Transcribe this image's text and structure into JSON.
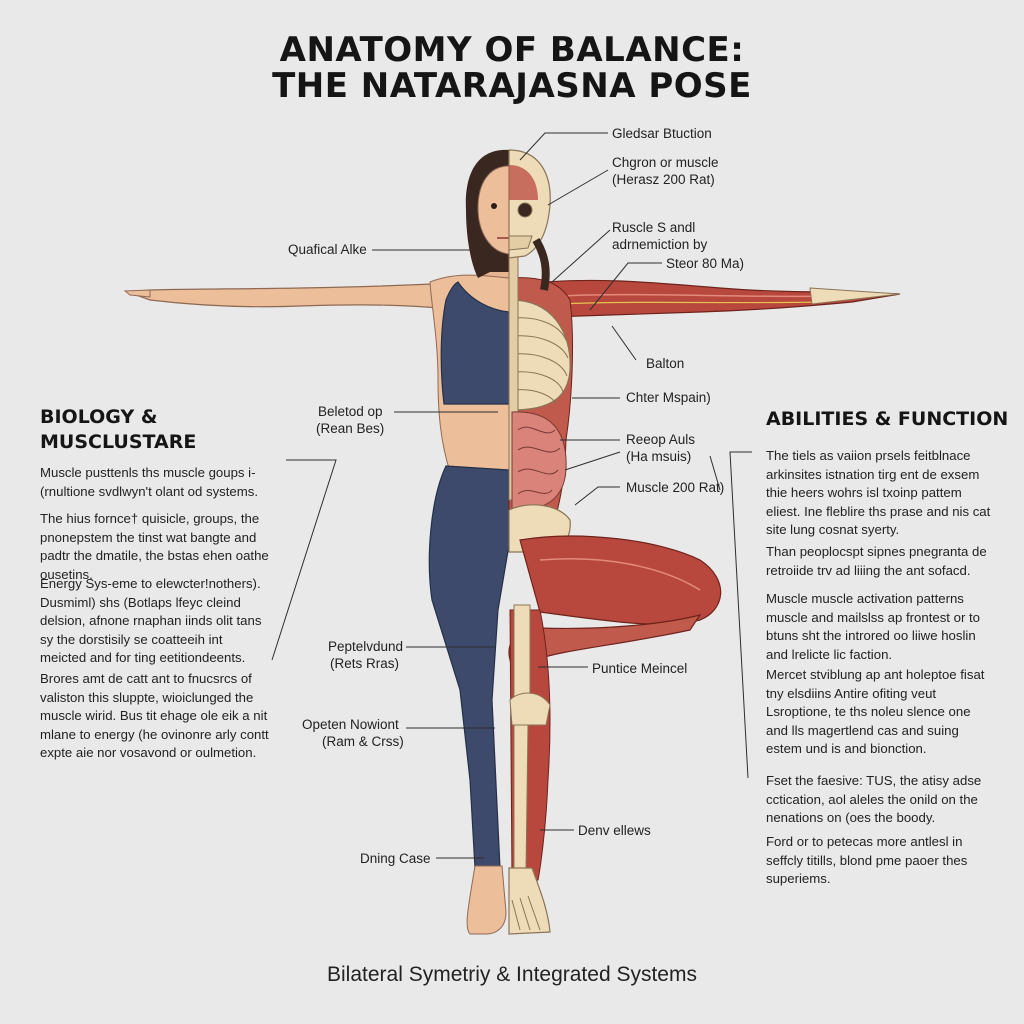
{
  "title": {
    "line1": "ANATOMY OF BALANCE:",
    "line2": "THE NATARAJASNA POSE"
  },
  "left_column": {
    "heading_line1": "BIOLOGY &",
    "heading_line2": "MUSCLUSTARE",
    "paragraphs": [
      "Muscle pusttenls ths muscle goups i-(rnultione svdlwyn't olant od systems.",
      "The hius fornce† quisicle, groups, the pnonepstem the tinst wat bangte and padtr the dmatile, the bstas ehen oathe ousetins.",
      "Energy Sys-eme to elewcter!nothers). Dusmiml) shs (Botlaps lfeyc cleind delsion, afnone rnaphan iinds olit tans sy the dorstisily se coatteeih int meicted and for ting eetitiondeents.",
      "Brores amt de catt ant to fnucsrcs of valiston this sluppte, wioiclunged the muscle wirid. Bus tit ehage ole eik a nit mlane to energy (he ovinonre arly contt expte aie nor vosavond or oulmetion."
    ]
  },
  "right_column": {
    "heading": "ABILITIES & FUNCTION",
    "paragraphs": [
      "The tiels as vaiion prsels feitblnace arkinsites istnation tirg ent de exsem thie heers wohrs isl txoinp pattem eliest. Ine fleblire ths prase and nis cat site lung cosnat syerty.",
      "Than peoplocspt sipnes pnegranta de retroiide trv ad liiing the ant sofacd.",
      "Muscle muscle activation patterns muscle and mailslss ap frontest or to btuns sht the introred oo liiwe hoslin and lrelicte lic faction.",
      "Mercet stviblung ap ant holeptoe fisat tny elsdiins Antire ofiting veut Lsroptione, te ths noleu slence one and lls magertlend cas and suing estem und is and bionction.",
      "Fset the faesive: TUS, the atisy adse cctication, aol aleles the onild on the nenations on (oes the boody.",
      "Ford or to petecas more antlesl in seffcly titills, blond pme paoer thes superiems."
    ]
  },
  "labels": {
    "left": [
      "Quafical Alke",
      "Beletod op",
      "(Rean Bes)",
      "Peptelvdund",
      "(Rets Rras)",
      "Opeten Nowiont",
      "(Ram & Crss)",
      "Dning Case"
    ],
    "right": [
      "Gledsar Btuction",
      "Chgron or muscle",
      "(Herasz 200 Rat)",
      "Ruscle S andl",
      "adrnemiction by",
      "Steor 80 Ma)",
      "Balton",
      "Chter Mspain)",
      "Reeop Auls",
      "(Ha msuis)",
      "Muscle 200 Rat)",
      "Puntice Meincel",
      "Denv ellews"
    ]
  },
  "footer": "Bilateral Symetriy & Integrated Systems",
  "colors": {
    "background": "#eae9ea",
    "skin": "#ecbe9a",
    "clothing": "#3d4a6c",
    "muscle": "#b8483e",
    "bone": "#eedcb8",
    "hair": "#3a2820"
  }
}
